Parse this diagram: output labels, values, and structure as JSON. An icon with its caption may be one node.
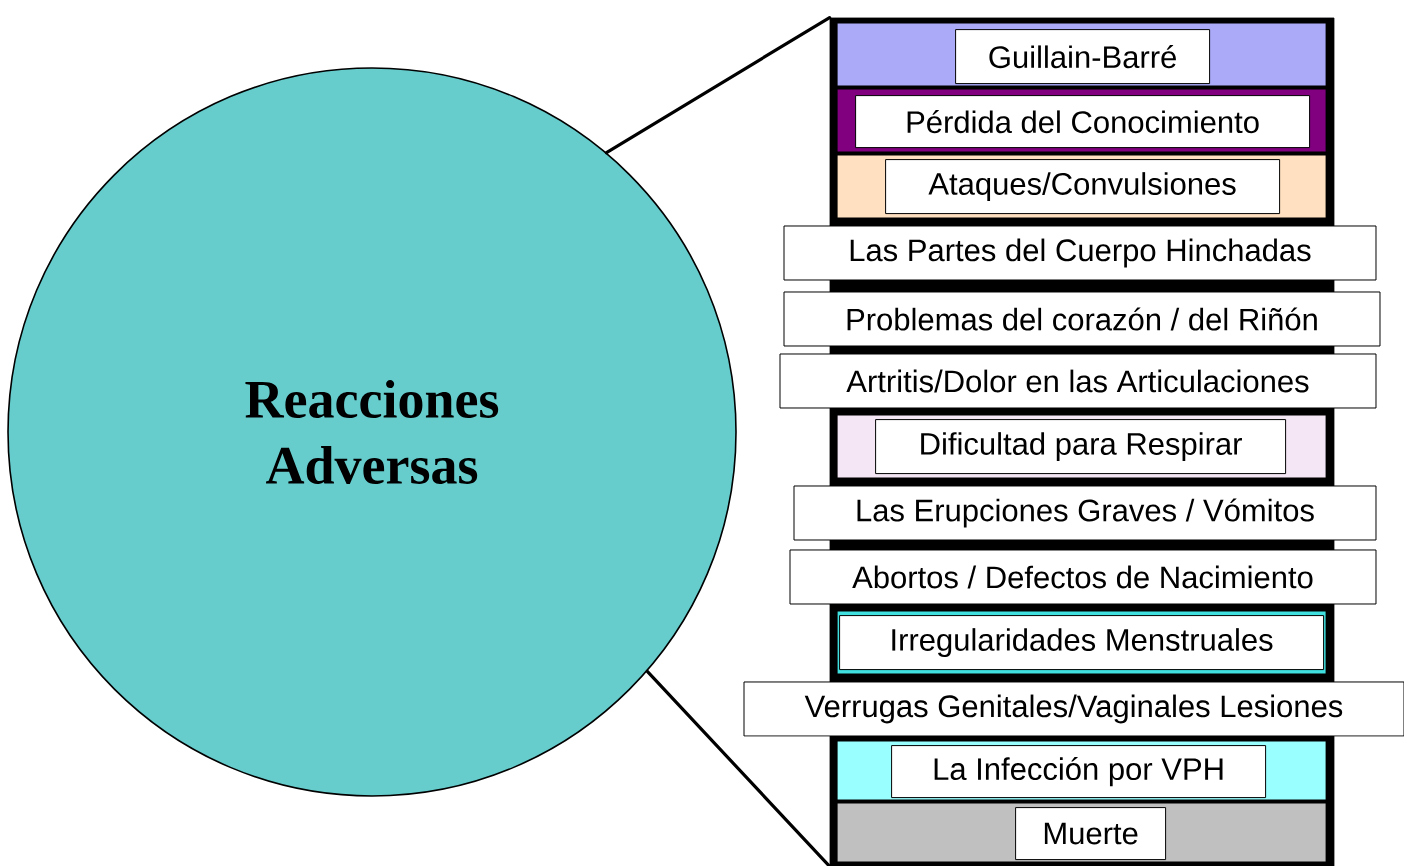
{
  "diagram": {
    "nodes": [
      {
        "text": [
          "Reacciones Adversas"
        ]
      },
      {
        "text": [],
        "shape": "bar"
      },
      {
        "text": [
          "Guillain-Barré"
        ],
        "in": 1
      },
      {
        "text": [
          "Pérdida del Conocimiento"
        ],
        "in": 1
      },
      {
        "text": [
          "Ataques/Convulsiones"
        ],
        "in": 1
      },
      {
        "text": [
          "Las Partes del Cuerpo Hinchadas"
        ]
      },
      {
        "text": [
          "Problemas del corazón / del Riñón"
        ]
      },
      {
        "text": [
          "Artritis/Dolor en las Articulaciones"
        ]
      },
      {
        "text": [
          "Dificultad para Respirar"
        ],
        "in": 1
      },
      {
        "text": [
          "Las Erupciones Graves / Vómitos"
        ]
      },
      {
        "text": [
          "Abortos / Defectos de Nacimiento"
        ]
      },
      {
        "text": [
          "Irregularidades Menstruales"
        ],
        "in": 1
      },
      {
        "text": [
          "Verrugas Genitales/Vaginales Lesiones"
        ]
      },
      {
        "text": [
          "La Infección por VPH"
        ],
        "in": 1
      },
      {
        "text": [
          "Muerte"
        ],
        "in": 1
      }
    ],
    "edges": [
      {
        "from": 0,
        "to": 1,
        "arrow": "none"
      },
      {
        "from": 0,
        "to": 1,
        "arrow": "none"
      }
    ]
  }
}
